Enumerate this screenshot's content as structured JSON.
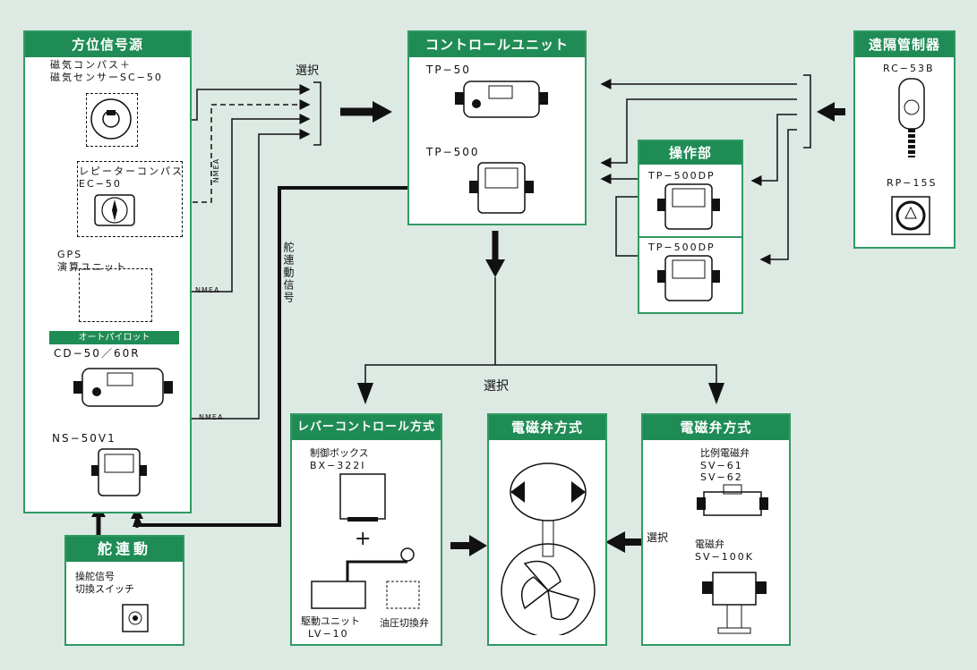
{
  "heading_source": {
    "title": "方位信号源",
    "compass_label_1": "磁気コンパス＋",
    "compass_label_2": "磁気センサーSC−50",
    "repeater_label_1": "レピーターコンパス",
    "repeater_label_2": "EC−50",
    "gps_label_1": "GPS",
    "gps_label_2": "演算ユニット",
    "autopilot_tag": "オートパイロット",
    "autopilot_model": "CD−50／60R",
    "ns_model": "NS−50V1"
  },
  "control_unit": {
    "title": "コントロールユニット",
    "model_1": "TP−50",
    "model_2": "TP−500"
  },
  "remote": {
    "title": "遠隔管制器",
    "model_1": "RC−53B",
    "model_2": "RP−15S"
  },
  "operation": {
    "title": "操作部",
    "model_1": "TP−500DP",
    "model_2": "TP−500DP"
  },
  "lever": {
    "title": "レバーコントロール方式",
    "box_label_1": "制御ボックス",
    "box_label_2": "BX−322I",
    "drive_label_1": "駆動ユニット",
    "drive_label_2": "LV−10",
    "valve_label": "油圧切換弁"
  },
  "solenoid_center": {
    "title": "電磁弁方式"
  },
  "solenoid_right": {
    "title": "電磁弁方式",
    "prop_label_1": "比例電磁弁",
    "prop_label_2": "SV−61",
    "prop_label_3": "SV−62",
    "sol_label_1": "電磁弁",
    "sol_label_2": "SV−100K"
  },
  "rudder_link": {
    "title": "舵連動",
    "switch_label_1": "操舵信号",
    "switch_label_2": "切換スイッチ"
  },
  "labels": {
    "select_top": "選択",
    "select_mid": "選択",
    "select_right": "選択",
    "rudder_signal": "舵連動信号",
    "nmea_1": "NMEA",
    "nmea_2": "NMEA",
    "nmea_3": "NMEA"
  },
  "colors": {
    "accent": "#1f8c55",
    "border": "#2f9a62",
    "background": "#dde9e3"
  }
}
